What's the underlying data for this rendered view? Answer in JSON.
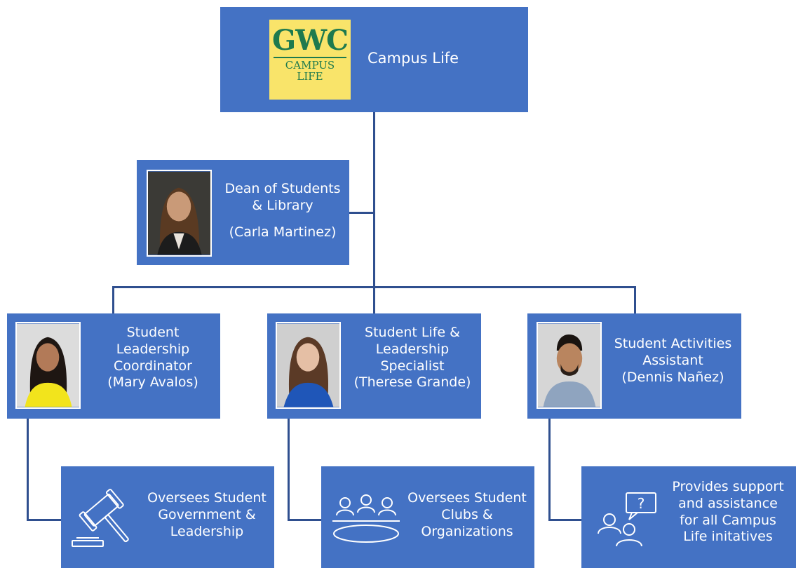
{
  "top": {
    "title": "Campus Life",
    "logo": {
      "big": "GWC",
      "line1": "CAMPUS",
      "line2": "LIFE"
    }
  },
  "dean": {
    "lines": [
      "Dean of Students",
      "& Library"
    ],
    "name": "(Carla Martinez)"
  },
  "staff": [
    {
      "lines": [
        "Student",
        "Leadership",
        "Coordinator",
        "(Mary Avalos)"
      ]
    },
    {
      "lines": [
        "Student Life &",
        "Leadership",
        "Specialist",
        "(Therese Grande)"
      ]
    },
    {
      "lines": [
        "Student Activities",
        "Assistant",
        "(Dennis Nañez)"
      ]
    }
  ],
  "duties": [
    {
      "icon": "gavel-icon",
      "lines": [
        "Oversees Student",
        "Government &",
        "Leadership"
      ]
    },
    {
      "icon": "meeting-icon",
      "lines": [
        "Oversees Student",
        "Clubs &",
        "Organizations"
      ]
    },
    {
      "icon": "question-chat-icon",
      "lines": [
        "Provides support",
        "and assistance",
        "for all Campus",
        "Life initatives"
      ]
    }
  ],
  "colors": {
    "box": "#4472c4",
    "connector": "#2f4f8f",
    "logo_bg": "#f9e46a",
    "logo_text": "#1e7a4e"
  }
}
